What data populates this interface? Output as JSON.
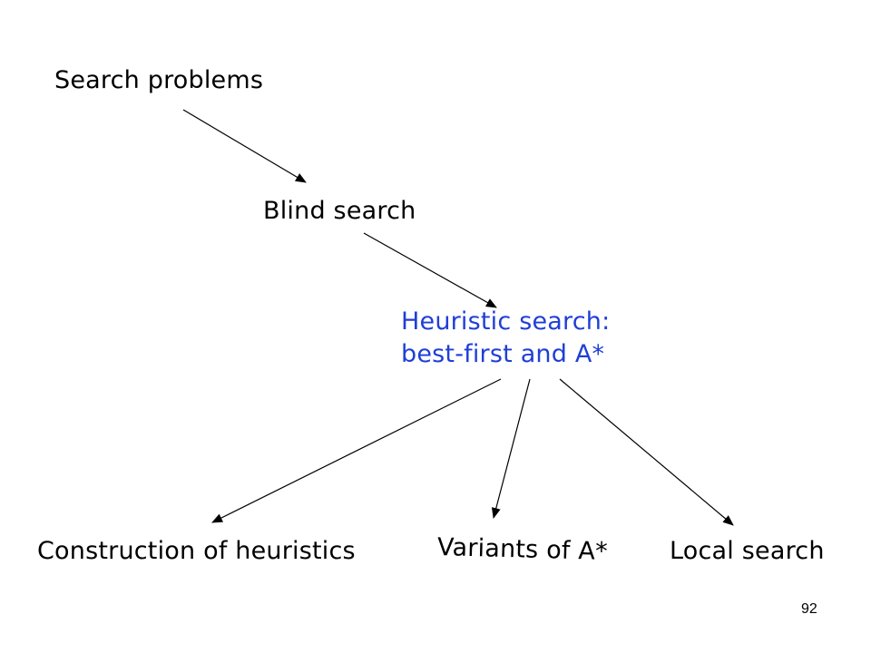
{
  "colors": {
    "text": "#000000",
    "highlight": "#1f3fd6",
    "background": "#ffffff"
  },
  "nodes": {
    "search_problems": "Search problems",
    "blind_search": "Blind search",
    "heuristic_search_line1": "Heuristic search:",
    "heuristic_search_line2": "best-first and A*",
    "construction_of_heuristics": "Construction of heuristics",
    "variants_of_a_star": "Variants of A*",
    "local_search": "Local search"
  },
  "edges": [
    {
      "from": "Search problems",
      "to": "Blind search"
    },
    {
      "from": "Blind search",
      "to": "Heuristic search: best-first and A*"
    },
    {
      "from": "Heuristic search: best-first and A*",
      "to": "Construction of heuristics"
    },
    {
      "from": "Heuristic search: best-first and A*",
      "to": "Variants of A*"
    },
    {
      "from": "Heuristic search: best-first and A*",
      "to": "Local search"
    }
  ],
  "page_number": "92"
}
